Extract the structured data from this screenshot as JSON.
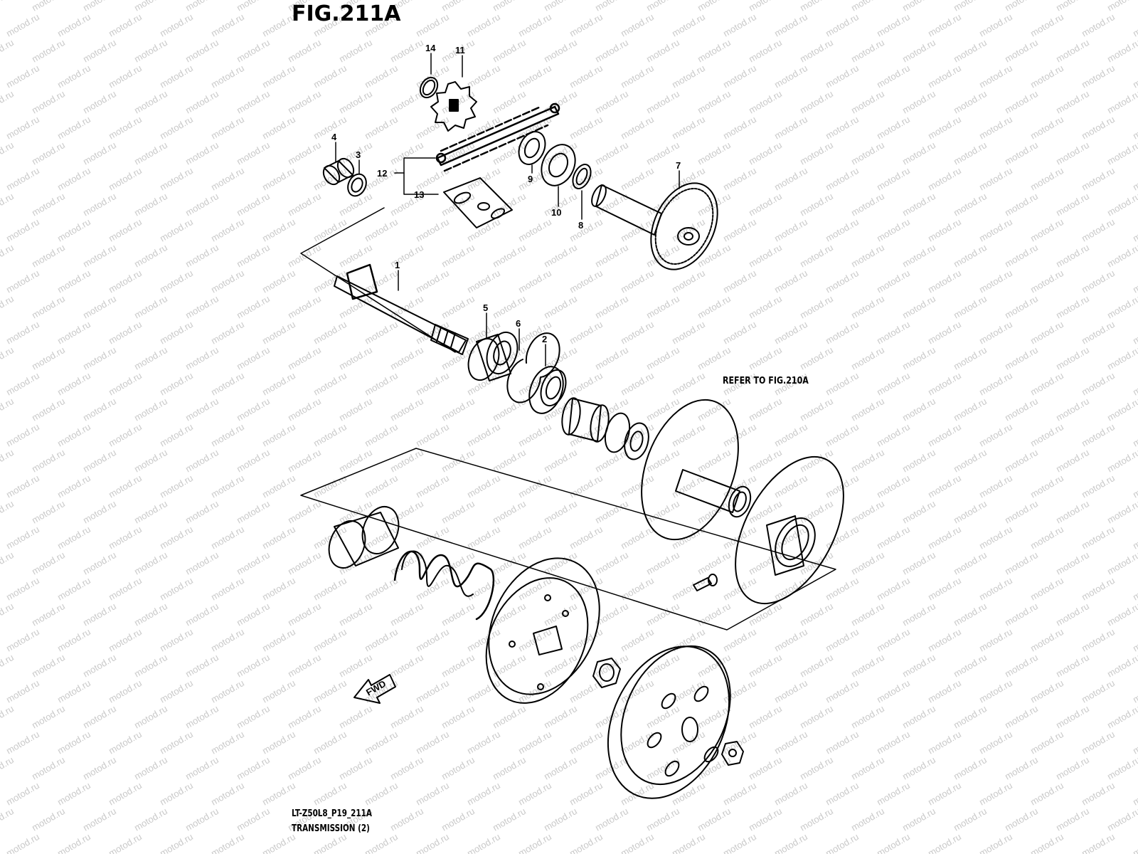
{
  "figure": {
    "title": "FIG.211A",
    "refer_note": "REFER TO FIG.210A",
    "diagram_code": "LT-Z50L8_P19_211A",
    "section_name": "TRANSMISSION (2)",
    "direction_label": "FWD"
  },
  "watermark": {
    "text": "motod.ru",
    "color": "#c9c9c9"
  },
  "callouts": [
    {
      "num": "14",
      "part": "circlip"
    },
    {
      "num": "11",
      "part": "sprocket"
    },
    {
      "num": "4",
      "part": "needle-bearing"
    },
    {
      "num": "3",
      "part": "washer"
    },
    {
      "num": "12",
      "part": "drive-chain"
    },
    {
      "num": "13",
      "part": "chain-joint"
    },
    {
      "num": "9",
      "part": "oil-seal"
    },
    {
      "num": "10",
      "part": "bearing"
    },
    {
      "num": "8",
      "part": "circlip"
    },
    {
      "num": "7",
      "part": "final-driven-gear-shaft"
    },
    {
      "num": "1",
      "part": "drive-shaft"
    },
    {
      "num": "5",
      "part": "bearing"
    },
    {
      "num": "6",
      "part": "circlip"
    },
    {
      "num": "2",
      "part": "oil-seal"
    }
  ]
}
